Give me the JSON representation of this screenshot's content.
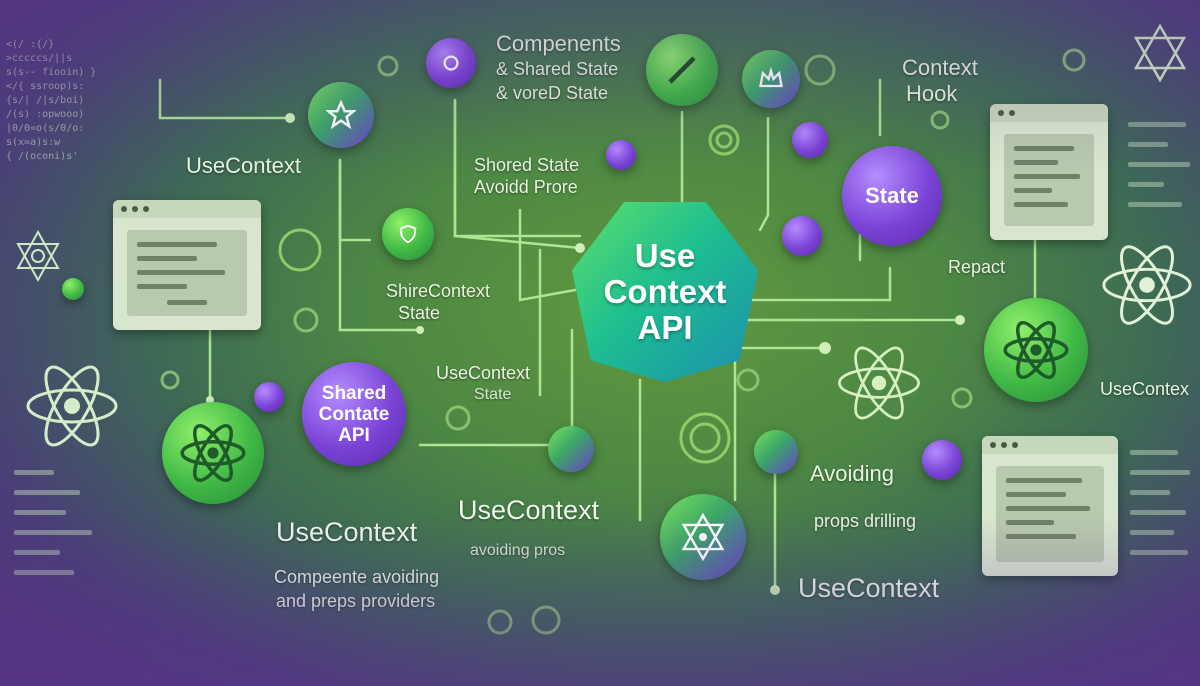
{
  "center": {
    "line1": "Use",
    "line2": "Context",
    "line3": "API"
  },
  "bubbles": {
    "state": "State",
    "shared_line1": "Shared",
    "shared_line2": "Contate",
    "shared_line3": "API"
  },
  "labels": {
    "components": "Compenents",
    "shared_state_1": "& Shared State",
    "shared_state_2": "& voreD State",
    "context": "Context",
    "hook": "Hook",
    "usecontext_left": "UseContext",
    "shored_state": "Shored State",
    "avoid_prore": "Avoidd Prore",
    "shire_context": "ShireContext",
    "state_left": "State",
    "repact": "Repact",
    "usecontext_mid": "UseContext",
    "state_mid": "State",
    "usecontx_right": "UseContex",
    "avoiding": "Avoiding",
    "props_drilling": "props drilling",
    "usecontext_bottom_left": "UseContext",
    "usecontext_bottom_mid": "UseContext",
    "avoiding_pros": "avoiding pros",
    "compente_avoiding": "Compeente avoiding",
    "and_preps": "and preps providers",
    "usecontext_bottom_right": "UseContext"
  },
  "code_left": [
    "<(/ :{/}",
    ">cccccs/||s",
    "s(s-- fiooin) }",
    "</{ ssroop)s:",
    "{s/| /|s/boi)",
    "/(s) :opwooo)",
    "|0/0=o(s/0/o:",
    "s(x=a)s:w",
    "{ /(oconi)s'"
  ],
  "icons": [
    "react-atom-icon",
    "star-icon",
    "pencil-icon",
    "shield-icon",
    "gear-icon",
    "bell-icon"
  ]
}
